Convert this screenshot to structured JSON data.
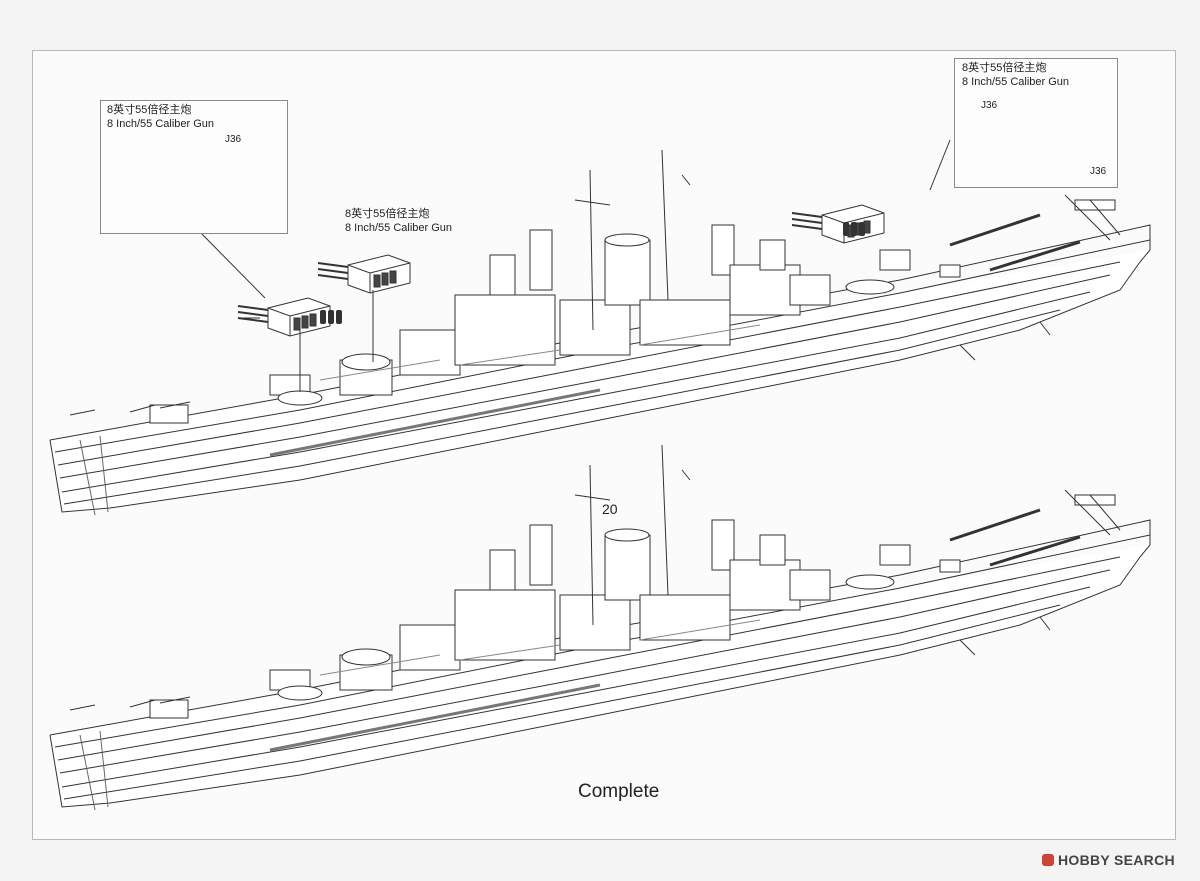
{
  "callouts": [
    {
      "cn": "8英寸55倍径主炮",
      "en": "8 Inch/55 Caliber Gun",
      "part": "J36"
    },
    {
      "cn": "8英寸55倍径主炮",
      "en": "8 Inch/55 Caliber Gun"
    },
    {
      "cn": "8英寸55倍径主炮",
      "en": "8 Inch/55 Caliber Gun",
      "part_top": "J36",
      "part_bottom": "J36"
    }
  ],
  "step_number": "20",
  "caption": "Complete",
  "watermark": "HOBBY SEARCH"
}
